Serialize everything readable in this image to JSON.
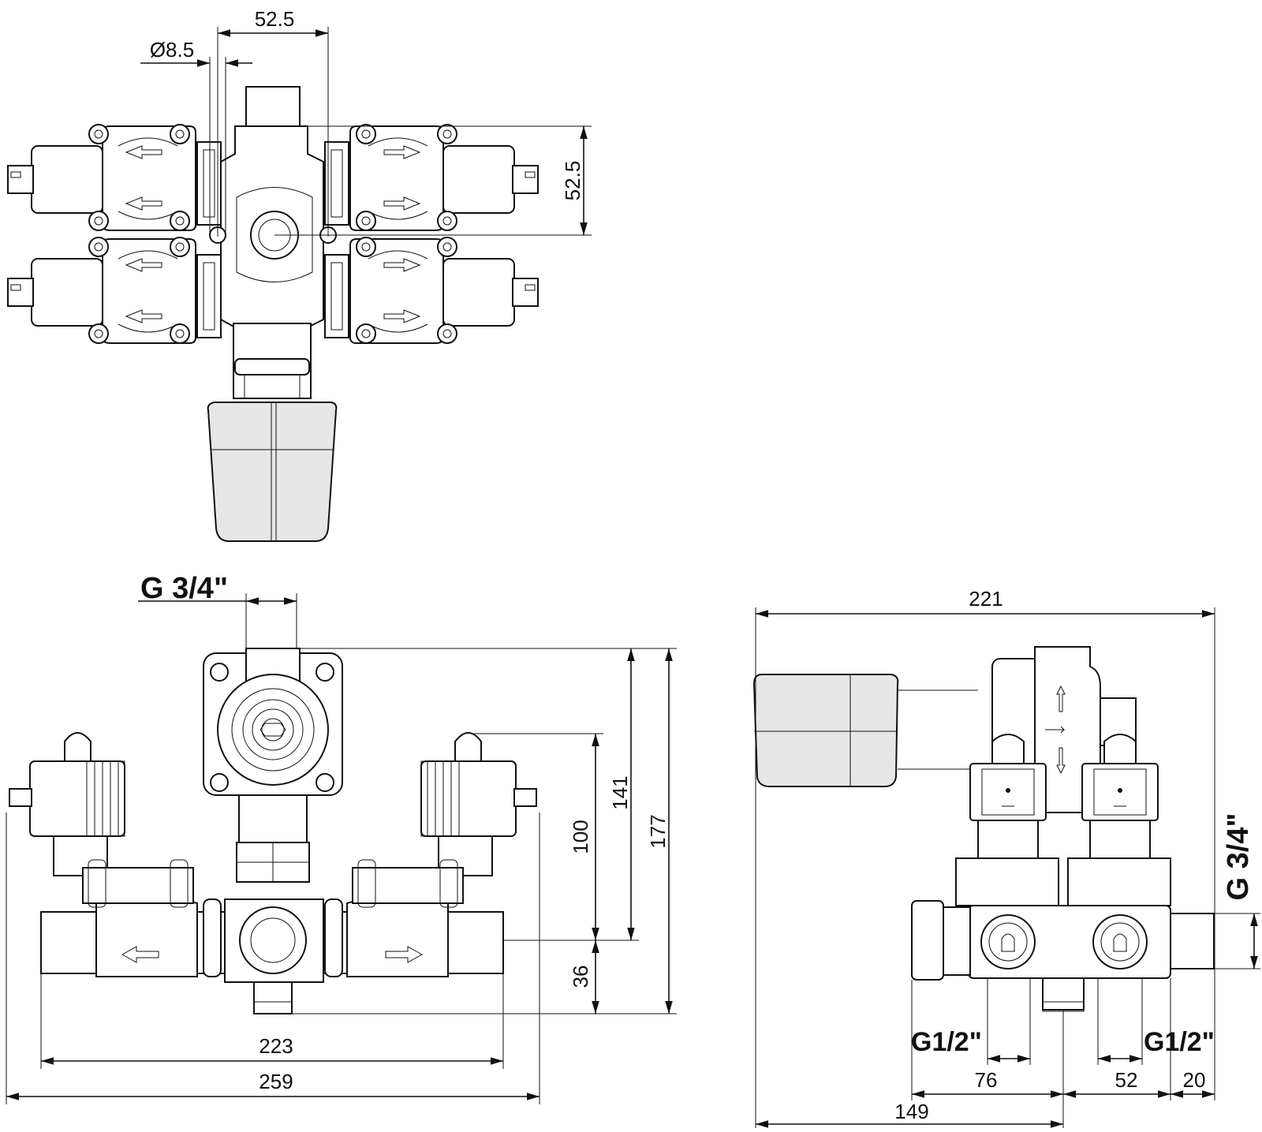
{
  "top_view": {
    "dim_top_width": "52.5",
    "dim_hole_dia": "Ø8.5",
    "dim_right_height": "52.5"
  },
  "front_view": {
    "thread_top": "G 3/4\"",
    "dim_141": "141",
    "dim_100": "100",
    "dim_177": "177",
    "dim_36": "36",
    "dim_223": "223",
    "dim_259": "259"
  },
  "side_view": {
    "dim_221": "221",
    "thread_side": "G 3/4\"",
    "thread_left": "G1/2\"",
    "thread_right": "G1/2\"",
    "dim_76": "76",
    "dim_52": "52",
    "dim_20": "20",
    "dim_149": "149"
  }
}
